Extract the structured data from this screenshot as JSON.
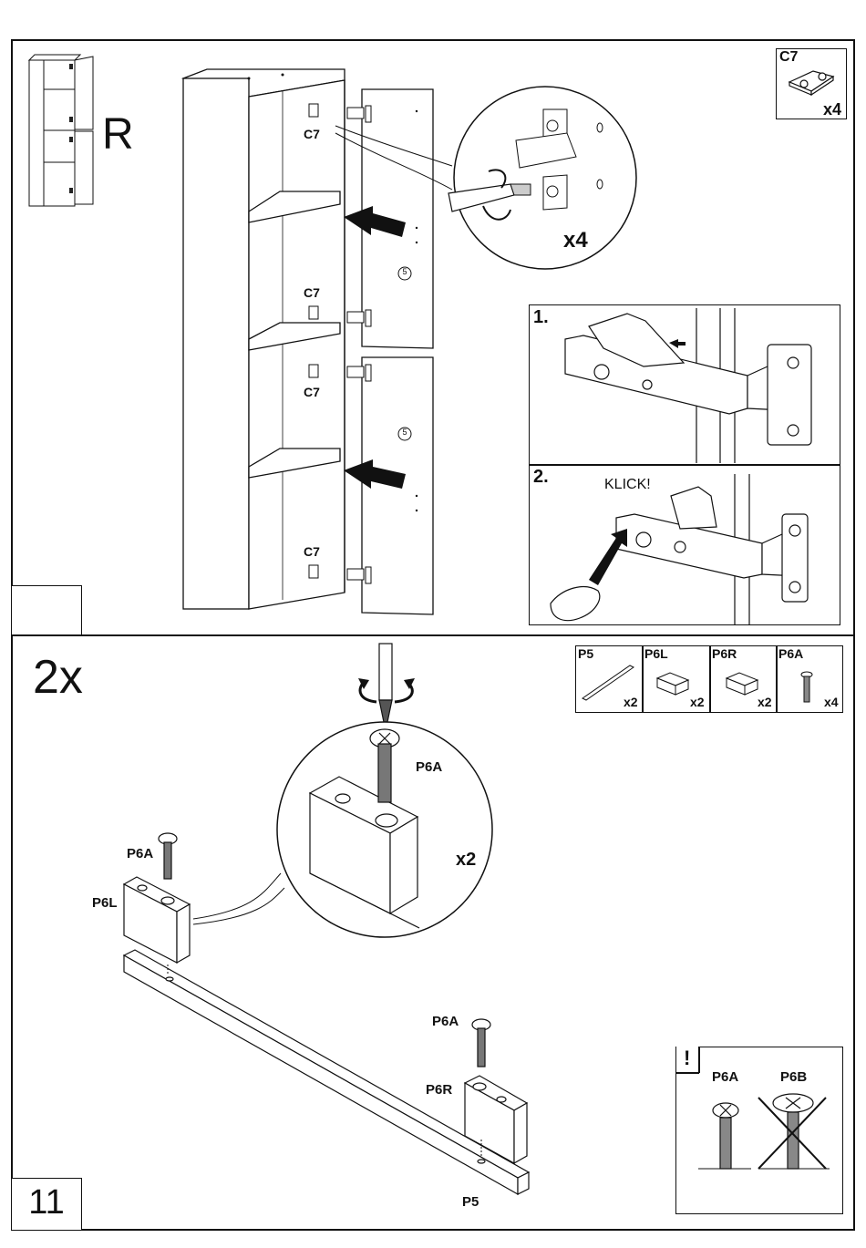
{
  "top_panel": {
    "side_letter": "R",
    "hinge_parts": {
      "part": "C7",
      "qty": "x4"
    },
    "cabinet_labels": [
      "C7",
      "C7",
      "C7",
      "C7"
    ],
    "door_numbers": [
      "5",
      "5"
    ],
    "zoom_qty": "x4",
    "steps": [
      {
        "num": "1."
      },
      {
        "num": "2.",
        "caption": "KLICK!"
      }
    ]
  },
  "bottom_panel": {
    "multiplier": "2x",
    "parts": [
      {
        "code": "P5",
        "qty": "x2"
      },
      {
        "code": "P6L",
        "qty": "x2"
      },
      {
        "code": "P6R",
        "qty": "x2"
      },
      {
        "code": "P6A",
        "qty": "x4"
      }
    ],
    "zoom_label": "P6A",
    "zoom_qty": "x2",
    "labels": {
      "p6a_left": "P6A",
      "p6l": "P6L",
      "p6a_right": "P6A",
      "p6r": "P6R",
      "p5": "P5"
    },
    "warning": {
      "mark": "!",
      "correct": "P6A",
      "wrong": "P6B"
    }
  },
  "page_number": "11"
}
